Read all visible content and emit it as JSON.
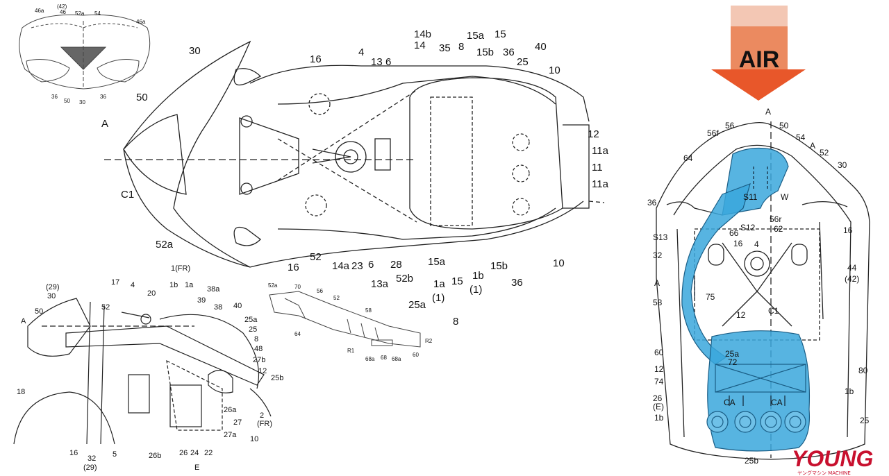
{
  "air_banner": {
    "text": "AIR",
    "arrow_color": "#e8572a",
    "box_color": "#f3c7b4"
  },
  "watermark": {
    "text": "YOUNG",
    "subtext": "ヤングマシン MACHINE",
    "color": "#c8102e"
  },
  "duct_color": "#3aa7dc",
  "inset_front_labels": [
    "46a",
    "(42)",
    "46",
    "52a",
    "54",
    "46a",
    "36",
    "50",
    "30",
    "36"
  ],
  "main_view_labels": [
    "30",
    "16",
    "4",
    "13",
    "6",
    "14b",
    "14",
    "35",
    "8",
    "15a",
    "15",
    "15b",
    "36",
    "25",
    "40",
    "10",
    "12",
    "11a",
    "11",
    "11a",
    "A",
    "50",
    "C1",
    "52a",
    "16",
    "52",
    "14a",
    "23",
    "6",
    "28",
    "13a",
    "52b",
    "25a",
    "15a",
    "1a",
    "(1)",
    "15",
    "1b",
    "(1)",
    "15b",
    "36",
    "10",
    "8"
  ],
  "side_view_labels": [
    "1(FR)",
    "(29)",
    "30",
    "17",
    "4",
    "1b",
    "1a",
    "38a",
    "20",
    "39",
    "38",
    "40",
    "A",
    "50",
    "52",
    "25a",
    "25",
    "8",
    "48",
    "27b",
    "12",
    "25b",
    "18",
    "2",
    "(FR)",
    "26a",
    "27",
    "27a",
    "10",
    "16",
    "32",
    "(29)",
    "5",
    "26b",
    "26",
    "24",
    "22",
    "E"
  ],
  "duct_part_labels": [
    "52a",
    "70",
    "56",
    "52",
    "58",
    "64",
    "R1",
    "68a",
    "68",
    "68a",
    "60",
    "R2"
  ],
  "right_view_labels": [
    "A",
    "50",
    "56",
    "56f",
    "54",
    "A",
    "52",
    "30",
    "64",
    "36",
    "S11",
    "W",
    "56r",
    "S13",
    "66",
    "S12",
    "62",
    "16",
    "16",
    "32",
    "4",
    "44",
    "(42)",
    "A",
    "58",
    "C1",
    "75",
    "12",
    "60",
    "25a",
    "12",
    "72",
    "80",
    "74",
    "26",
    "(E)",
    "1b",
    "CA",
    "CA",
    "1b",
    "25",
    "25b"
  ]
}
